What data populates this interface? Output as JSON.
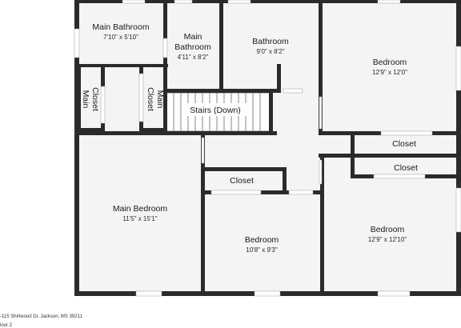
{
  "rooms": {
    "main_bathroom_1": {
      "name": "Main Bathroom",
      "dims": "7'10\" x 5'10\""
    },
    "main_bathroom_2": {
      "name_line1": "Main",
      "name_line2": "Bathroom",
      "dims": "4'11\" x 8'2\""
    },
    "bathroom": {
      "name": "Bathroom",
      "dims": "9'0\" x 8'2\""
    },
    "bedroom_ne": {
      "name": "Bedroom",
      "dims": "12'9\" x 12'0\""
    },
    "main_closet_left": {
      "line1": "Main",
      "line2": "Closet"
    },
    "main_closet_right": {
      "line1": "Main",
      "line2": "Closet"
    },
    "stairs": {
      "name": "Stairs (Down)"
    },
    "closet_e1": {
      "name": "Closet"
    },
    "closet_e2": {
      "name": "Closet"
    },
    "closet_center": {
      "name": "Closet"
    },
    "main_bedroom": {
      "name": "Main Bedroom",
      "dims": "11'5\" x 15'1\""
    },
    "bedroom_center": {
      "name": "Bedroom",
      "dims": "10'8\" x 9'3\""
    },
    "bedroom_se": {
      "name": "Bedroom",
      "dims": "12'9\" x 12'10\""
    }
  },
  "footer": {
    "address": "-115 Shirlwood Dr, Jackson, MS 39211",
    "floor": "loor 2"
  },
  "colors": {
    "wall": "#2b2b2b",
    "floor": "#f5f5f5",
    "window": "#ffffff"
  }
}
